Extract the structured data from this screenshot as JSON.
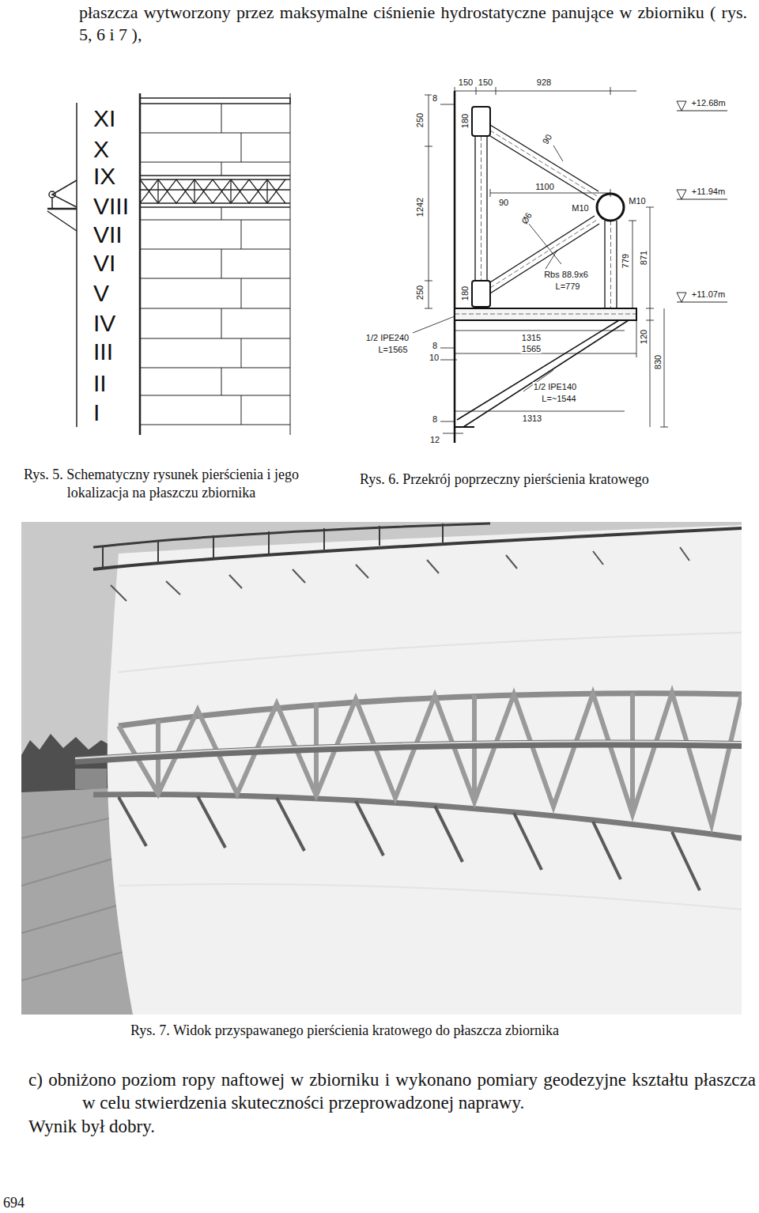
{
  "diagram": {
    "labels": [
      "płaszcza wytworzony przez maksymalne ciśnienie hydrostatyczne panujące w zbiorniku ( rys. 5, 6 i 7 ),",
      "XI",
      "X",
      "IX",
      "VIII",
      "VII",
      "VI",
      "V",
      "IV",
      "III",
      "II",
      "I",
      "150",
      "150",
      "928",
      "8",
      "250",
      "180",
      "90",
      "+12.68m",
      "1100",
      "90",
      "M10",
      "M10",
      "1242",
      "Ø6",
      "+11.94m",
      "Rbs 88.9x6",
      "L=779",
      "779",
      "871",
      "250",
      "180",
      "+11.07m",
      "1/2 IPE240",
      "L=1565",
      "8",
      "10",
      "1315",
      "1565",
      "120",
      "830",
      "1/2 IPE140",
      "L=~1544",
      "8",
      "1313",
      "12",
      "Rys. 5. Schematyczny rysunek pierścienia i jego lokalizacja na płaszczu zbiornika",
      "Rys. 6. Przekrój poprzeczny pierścienia kratowego",
      "Rys. 7. Widok przyspawanego pierścienia kratowego do płaszcza zbiornika",
      "c) obniżono poziom ropy naftowej w zbiorniku i wykonano pomiary geodezyjne kształtu płaszcza w celu stwierdzenia skuteczności przeprowadzonej naprawy.",
      "Wynik był dobry.",
      "694"
    ]
  }
}
